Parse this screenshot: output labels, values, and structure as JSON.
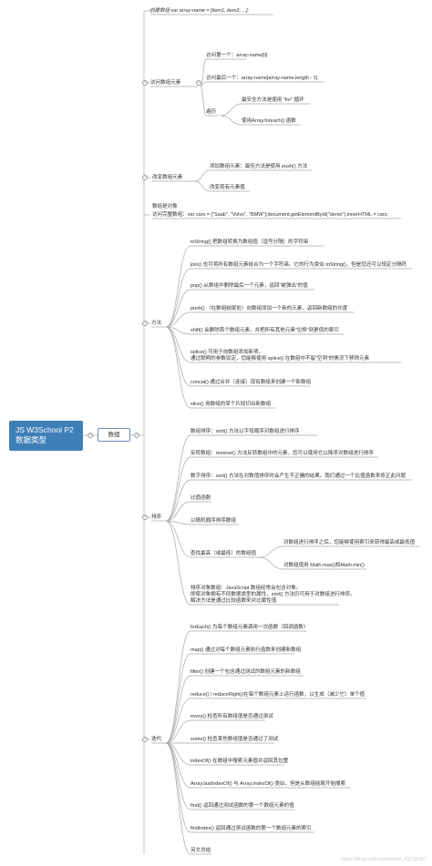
{
  "root": {
    "line1": "JS W3School P2",
    "line2": "数据类型"
  },
  "branch": {
    "label": "数组"
  },
  "top_note": "创建数组 var array-name = [item1, item2, ...];",
  "access": {
    "label": "访问数组元素",
    "first": "访问第一个：array-name[0]",
    "last": "访问最后一个：array-name[array-name.length - 1]",
    "traverse": {
      "label": "遍历",
      "for_loop": "最安全方法是使用 \"for\" 循环",
      "foreach": "使用Array.foreach() 函数"
    }
  },
  "modify": {
    "label": "改变数组元素",
    "add": "添加数组元素：最佳方法是使用 push() 方法",
    "change": "改变现有元素值"
  },
  "objects": {
    "line1": "数组是对象",
    "line2": "访问完整数组：var cars = [\"Saab\", \"Volvo\", \"BMW\"];document.getElementById(\"demo\").innerHTML = cars;"
  },
  "methods": {
    "label": "方法",
    "items": [
      "toString() 把数组转换为数组值（逗号分隔）的字符串",
      "join() 也可将所有数组元素结合为一个字符串。它的行为类似 toString()，但是您还可以规定分隔符",
      "pop() 从数组中删除最后一个元素，返回“被弹出”的值",
      "push()  （在数组结尾处）向数组添加一个新的元素，返回新数组的长度",
      "shift() 会删除首个数组元素，并把所有其他元素“位移”到更低的索引",
      "splice() 可用于向数组添加新项。\n通过聪明的参数设定，您能够使用 splice() 在数组中不留“空洞”的情况下移除元素",
      "concat() 通过合并（连接）现有数组来创建一个新数组",
      "slice() 用数组的某个片段切出新数组"
    ]
  },
  "sort": {
    "label": "排序",
    "items": [
      "数组排序：sort() 方法以字母顺序对数组进行排序",
      "反转数组：reverse() 方法反转数组中的元素，您可以使用它以降序对数组进行排序",
      "数字排序：sort() 方法在对数值排序时会产生不正确的结果。我们通过一个比值函数来修正此问题",
      "比值函数",
      "以随机顺序排序数组"
    ],
    "minmax": {
      "label": "查找最高（或最低）的数组值",
      "a": "对数组进行排序之后，您能够使用索引来获得最高或最低值",
      "b": "对数组使用 Math.max()和Math.min()"
    },
    "objects_note": "排序对象数组：JavaScript 数组经常会包含对象。\n即使对象拥有不同数据类型的属性，sort() 方法仍可用于对数组进行排序。\n解决方法是通过比较函数来对比属性值"
  },
  "iterate": {
    "label": "迭代",
    "items": [
      "forEach() 为每个数组元素调用一次函数（回调函数）",
      "map() 通过对每个数组元素执行函数来创建新数组",
      "filter() 创建一个包含通过测试的数组元素的新数组",
      "reduce() / reduceRight()在每个数组元素上运行函数，以生成（减少它）单个值",
      "every() 检查所有数组值是否通过测试",
      "some() 检查某些数组值是否通过了测试",
      "indexOf() 在数组中搜索元素值并返回其位置",
      "Array.lastIndexOf() 与 Array.indexOf() 类似，但是从数组结尾开始搜索",
      "find() 返回通过测试函数的第一个数组元素的值",
      "findIndex() 返回通过测试函数的第一个数组元素的索引",
      "另文总结"
    ]
  },
  "watermark": "https://blog.csdn.net/weixin_43712957",
  "colors": {
    "root_bg": "#3f7fb8",
    "line": "#a8a8a8",
    "text": "#333333"
  }
}
